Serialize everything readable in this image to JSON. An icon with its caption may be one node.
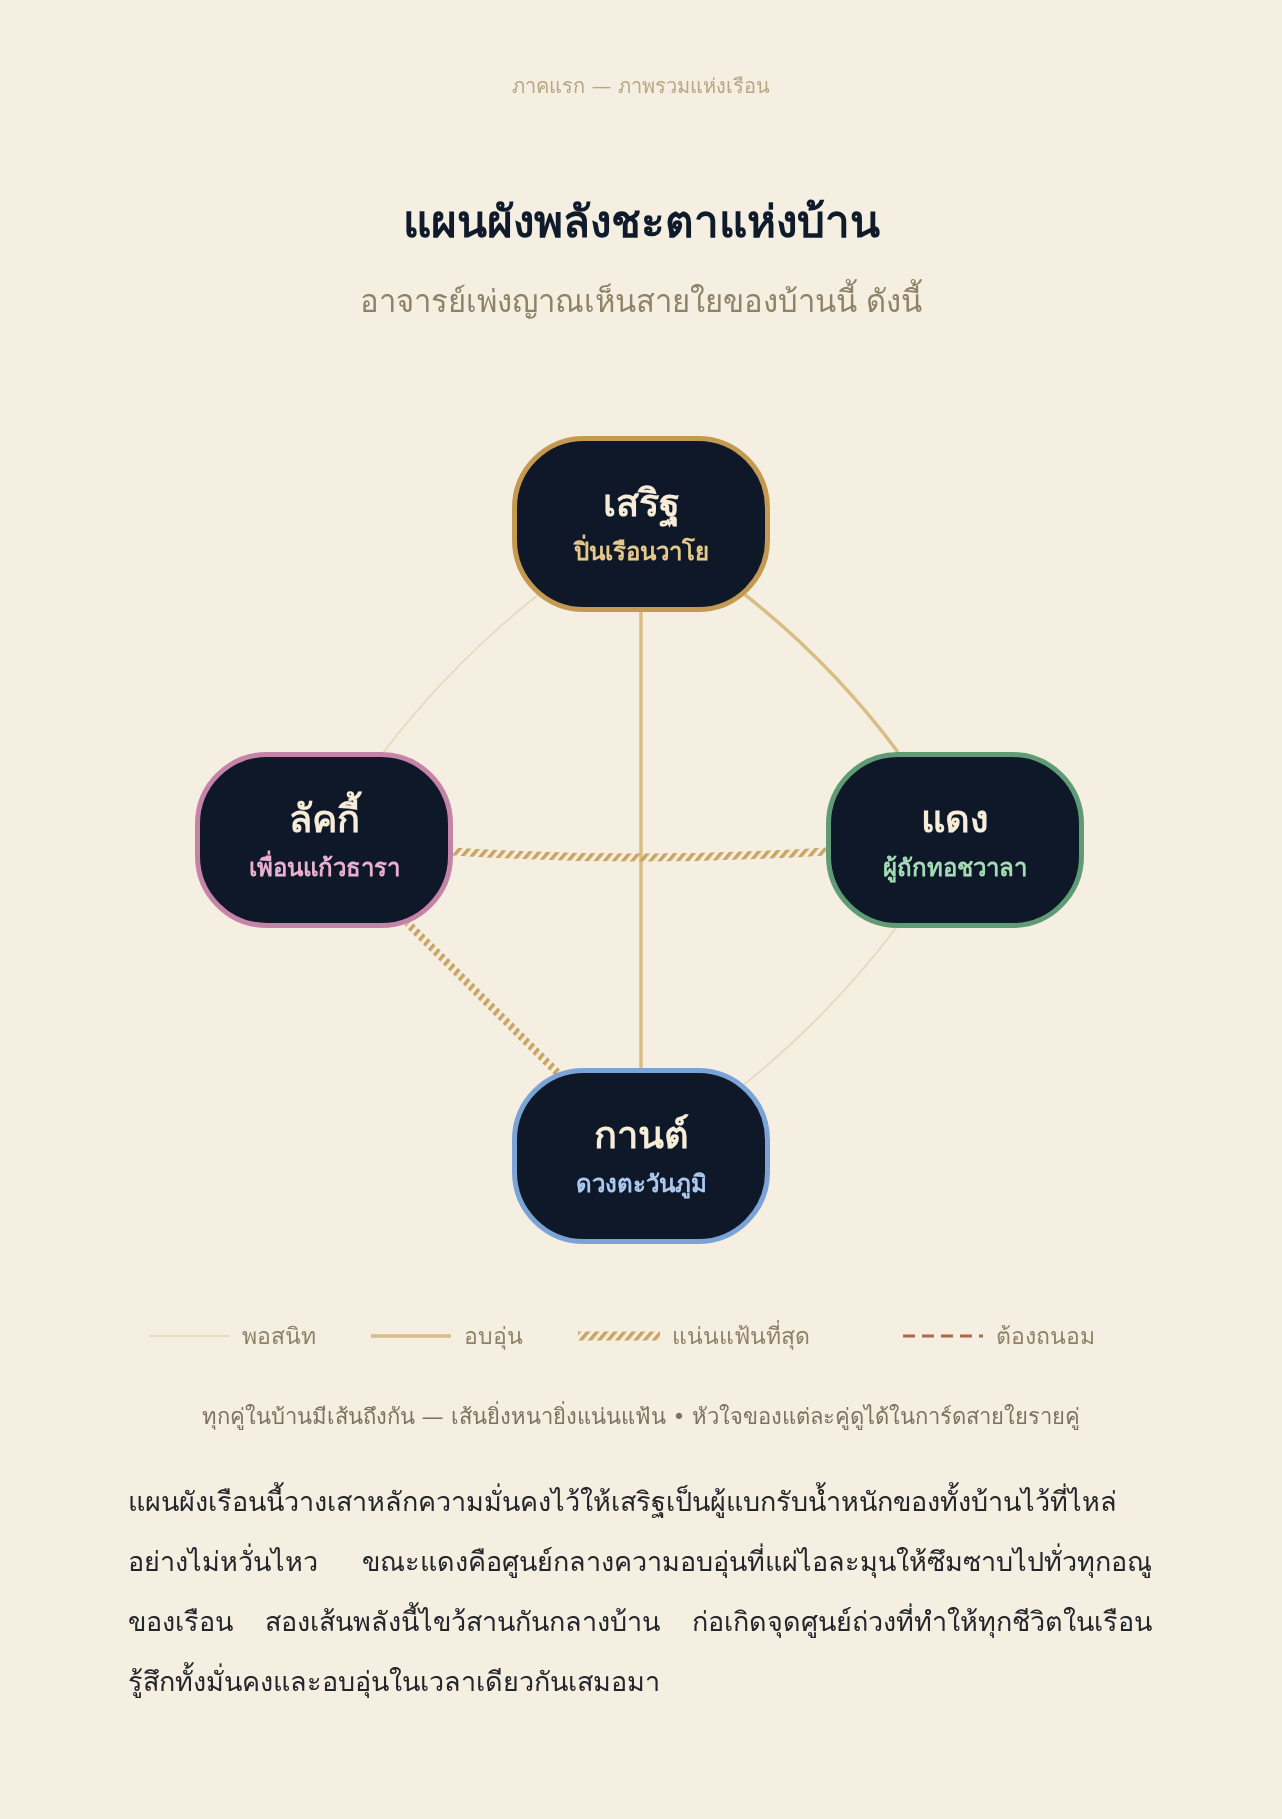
{
  "diagram": {
    "title": "แผนผังพลังชะตาแห่งบ้าน",
    "nodes": [
      {
        "text": [
          "เสริฐ",
          "ปิ่นเรือนวาโย"
        ]
      },
      {
        "text": [
          "ลัคกี้",
          "เพื่อนแก้วธารา"
        ]
      },
      {
        "text": [
          "แดง",
          "ผู้ถักทอชวาลา"
        ]
      },
      {
        "text": [
          "กานต์",
          "ดวงตะวันภูมิ"
        ]
      }
    ],
    "edges": [
      {
        "from": 0,
        "to": 1,
        "arrow": "none",
        "color": "#e8dcbf"
      },
      {
        "from": 0,
        "to": 2,
        "arrow": "none"
      },
      {
        "from": 0,
        "to": 3,
        "arrow": "none"
      },
      {
        "from": 1,
        "to": 2,
        "arrow": "none",
        "style": "thick"
      },
      {
        "from": 1,
        "to": 3,
        "arrow": "none",
        "style": "thick"
      },
      {
        "from": 2,
        "to": 3,
        "arrow": "none",
        "color": "#e8dcbf"
      }
    ],
    "labels": [
      "ภาคแรก — ภาพรวมแห่งเรือน",
      "อาจารย์เพ่งญาณเห็นสายใยของบ้านนี้ ดังนี้",
      "ทุกคู่ในบ้านมีเส้นถึงกัน — เส้นยิ่งหนายิ่งแน่นแฟ้น • หัวใจของแต่ละคู่ดูได้ในการ์ดสายใยรายคู่",
      "แผนผังเรือนนี้วางเสาหลักความมั่นคงไว้ให้เสริฐเป็นผู้แบกรับน้ำหนักของทั้งบ้านไว้ที่ไหล่อย่างไม่หวั่นไหว ขณะแดงคือศูนย์กลางความอบอุ่นที่แผ่ไอละมุนให้ซึมซาบไปทั่วทุกอณูของเรือน สองเส้นพลังนี้ไขว้สานกันกลางบ้าน ก่อเกิดจุดศูนย์ถ่วงที่ทำให้ทุกชีวิตในเรือนรู้สึกทั้งมั่นคงและอบอุ่นในเวลาเดียวกันเสมอมา"
    ],
    "legend": [
      {
        "text": "พอสนิท"
      },
      {
        "text": "อบอุ่น"
      },
      {
        "text": "แน่นแฟ้นที่สุด"
      },
      {
        "text": "ต้องถนอม"
      }
    ]
  }
}
